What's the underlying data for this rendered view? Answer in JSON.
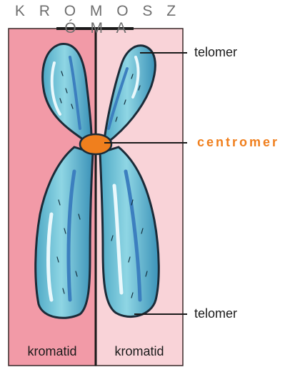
{
  "title": "K R O M O S Z Ó M A",
  "labels": {
    "telomer_top": "telomer",
    "centromer": "centromer",
    "telomer_bottom": "telomer",
    "chromatid_left": "kromatid",
    "chromatid_right": "kromatid"
  },
  "colors": {
    "left_panel": "#f29aa7",
    "right_panel": "#f9d3d8",
    "chromosome_fill": "#6cc3d6",
    "chromosome_dark": "#3c7fbf",
    "centromere": "#f07f1d",
    "centromer_label": "#f07f1d"
  }
}
